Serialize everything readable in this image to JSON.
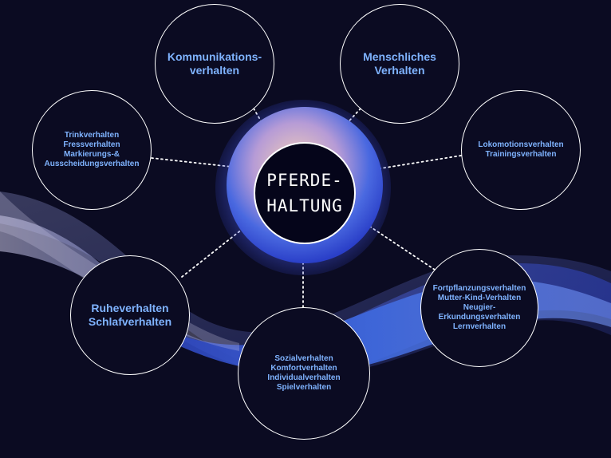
{
  "center": {
    "label": "PFERDE-\nHALTUNG"
  },
  "nodes": [
    {
      "id": "kommunikation",
      "label": "Kommunikations-\nverhalten"
    },
    {
      "id": "menschliches",
      "label": "Menschliches\nVerhalten"
    },
    {
      "id": "trink",
      "label": "Trinkverhalten\nFressverhalten\nMarkierungs-&\nAusscheidungsverhalten"
    },
    {
      "id": "lokomotion",
      "label": "Lokomotionsverhalten\nTrainingsverhalten"
    },
    {
      "id": "ruhe",
      "label": "Ruheverhalten\nSchlafverhalten"
    },
    {
      "id": "sozial",
      "label": "Sozialverhalten\nKomfortverhalten\nIndividualverhalten\nSpielverhalten"
    },
    {
      "id": "fortpflanzung",
      "label": "Fortpflanzungsverhalten\nMutter-Kind-Verhalten\nNeugier-\nErkundungsverhalten\nLernverhalten"
    }
  ],
  "colors": {
    "background": "#0b0b22",
    "node_text": "#7fb3ff",
    "border": "#ffffff",
    "wave_blue": "#3a5bd0",
    "glow_peach": "#f2c9b0"
  }
}
